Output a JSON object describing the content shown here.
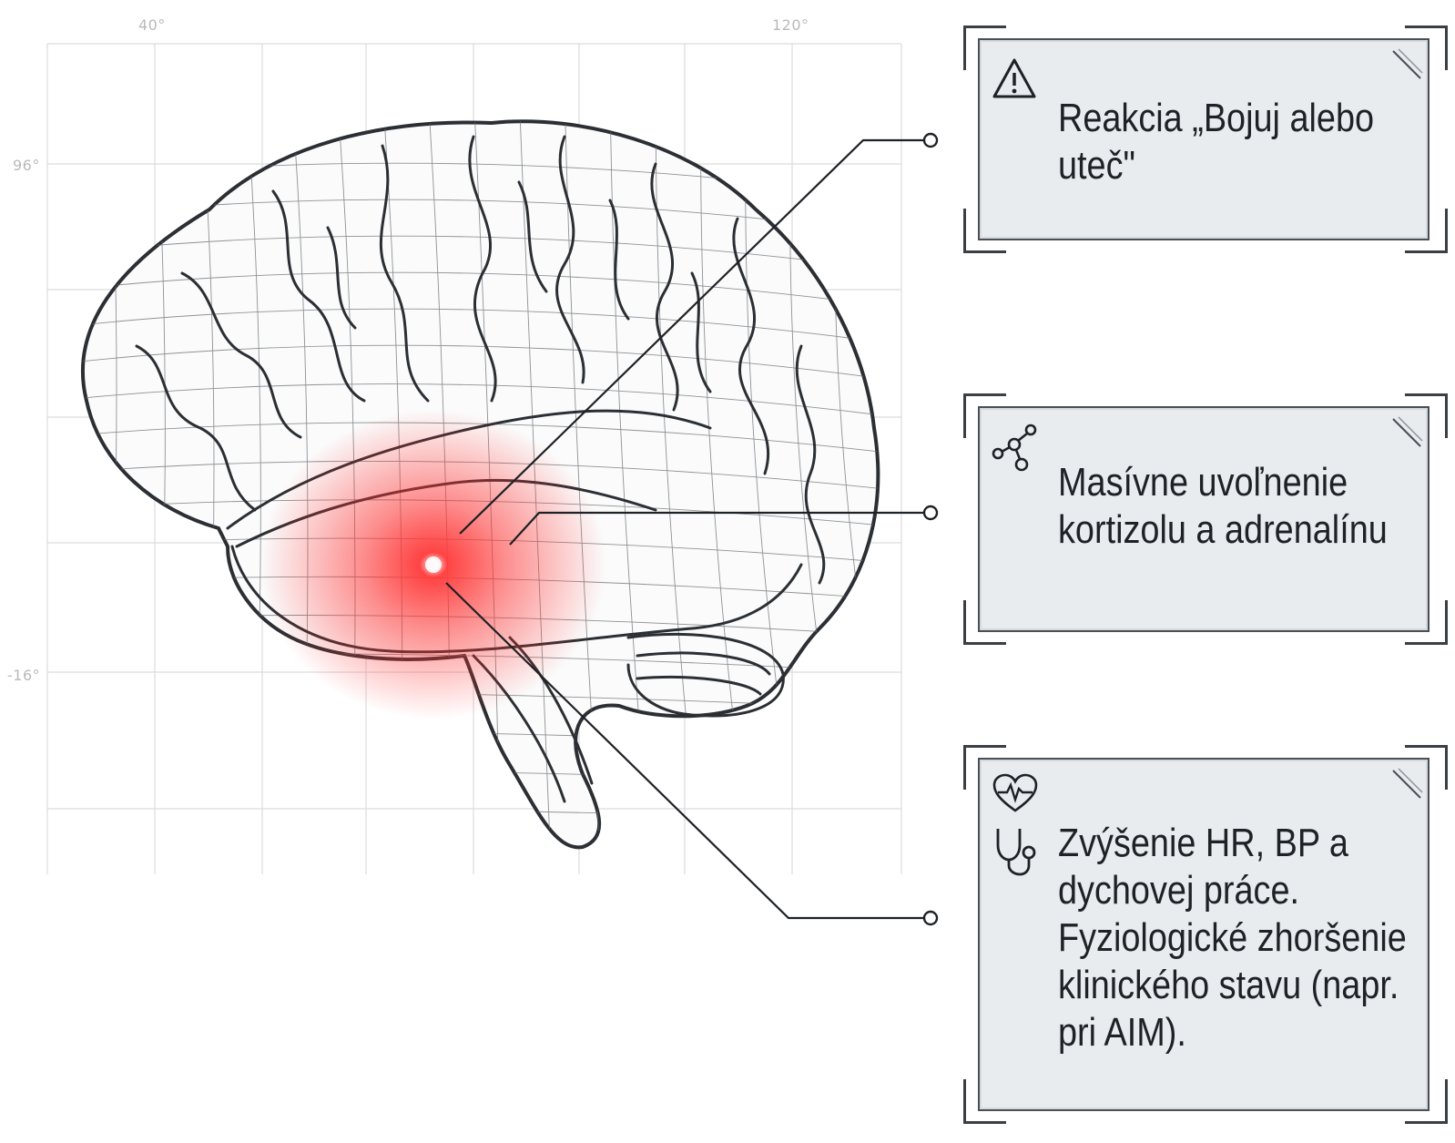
{
  "axes": {
    "x_ticks": [
      "40°",
      "120°"
    ],
    "y_ticks": [
      "96°",
      "-16°"
    ]
  },
  "colors": {
    "grid": "#dcdcdc",
    "outline": "#2b2f33",
    "hotspot": "#ff2a2a",
    "panel": "#e8ecef",
    "panel_border": "#4a4f55"
  },
  "callouts": [
    {
      "icon": "warning-icon",
      "text": "Reakcia „Bojuj alebo uteč\""
    },
    {
      "icon": "molecule-icon",
      "text": "Masívne uvoľnenie kortizolu a adrenalínu"
    },
    {
      "icon": "heart-rate-icon",
      "icon2": "stethoscope-icon",
      "text": "Zvýšenie HR, BP a dychovej práce. Fyziologické zhoršenie klinického stavu (napr. pri AIM)."
    }
  ]
}
